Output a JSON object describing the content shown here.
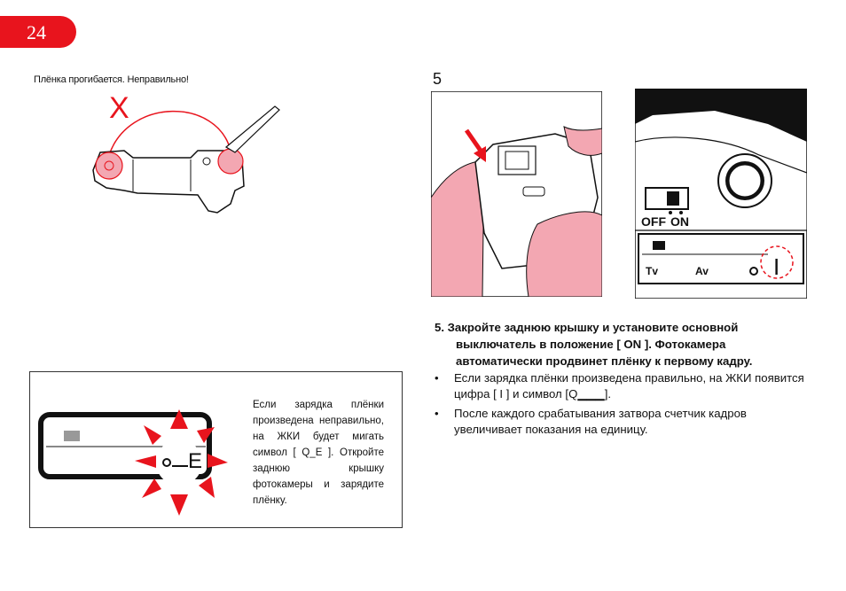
{
  "page_number": "24",
  "left_caption": "Плёнка   прогибается.   Неправильно!",
  "wrong_mark": "X",
  "step": {
    "number": "5",
    "heading_lines": [
      "5.  Закройте заднюю крышку и установите основной",
      "выключатель  в  положение  [ ON ].  Фотокамера",
      "автоматически продвинет плёнку к первому кадру."
    ]
  },
  "bullets": [
    {
      "dot": "•",
      "text": "Если зарядка плёнки произведена правильно, на ЖКИ появится цифра [ I ] и символ [Q▁▁▁]."
    },
    {
      "dot": "•",
      "text": "  После каждого срабатывания затвора счетчик кадров увеличивает показания  на  единицу."
    }
  ],
  "warning": {
    "text": "Если    зарядка    плёнки произведена  неправильно, на  ЖКИ  будет  мигать символ  [   Q_E  ].  Откройте  заднюю  крышку фотокамеры   и   зарядите плёнку."
  },
  "switch_labels": {
    "off": "OFF",
    "on": "ON"
  },
  "lcd_labels": {
    "tv": "Tv",
    "av": "Av",
    "counter": "I",
    "error": "E"
  },
  "colors": {
    "accent": "#e8141d",
    "pink": "#f3a7b2"
  }
}
